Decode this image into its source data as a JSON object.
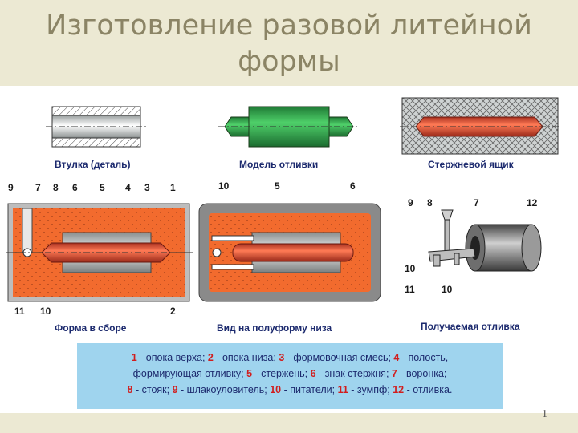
{
  "title": {
    "line1": "Изготовление разовой литейной",
    "line2": "формы"
  },
  "captions": {
    "sleeve": "Втулка (деталь)",
    "model": "Модель отливки",
    "corebox": "Стержневой ящик",
    "assembled": "Форма в сборе",
    "lowerhalf": "Вид на полуформу низа",
    "casting": "Получаемая отливка"
  },
  "numbers": {
    "assembled_top": [
      "9",
      "7",
      "8",
      "6",
      "5",
      "4",
      "3",
      "1"
    ],
    "assembled_bottom": [
      "11",
      "10",
      "2"
    ],
    "lowerhalf": [
      "10",
      "5",
      "6"
    ],
    "casting": [
      "9",
      "8",
      "7",
      "12",
      "10",
      "11",
      "10"
    ]
  },
  "legend": {
    "line1": [
      {
        "n": "1",
        "t": " - опока верха;  "
      },
      {
        "n": "2",
        "t": " - опока низа;  "
      },
      {
        "n": "3",
        "t": " - формовочная смесь;  "
      },
      {
        "n": "4",
        "t": " - полость,"
      }
    ],
    "line2": [
      {
        "n": "",
        "t": "формирующая отливку;  "
      },
      {
        "n": "5",
        "t": " - стержень;  "
      },
      {
        "n": "6",
        "t": " - знак стержня;  "
      },
      {
        "n": "7",
        "t": " - воронка;"
      }
    ],
    "line3": [
      {
        "n": "8",
        "t": " - стояк;  "
      },
      {
        "n": "9",
        "t": " - шлакоуловитель;  "
      },
      {
        "n": "10",
        "t": " - питатели;  "
      },
      {
        "n": "11",
        "t": " - зумпф;  "
      },
      {
        "n": "12",
        "t": " - отливка."
      }
    ]
  },
  "page_number": "1",
  "colors": {
    "sand": "#f26b2e",
    "core": "#d9472b",
    "model": "#2ea84a",
    "flask": "#8a8a8a",
    "legend_bg": "#9fd4ee"
  }
}
